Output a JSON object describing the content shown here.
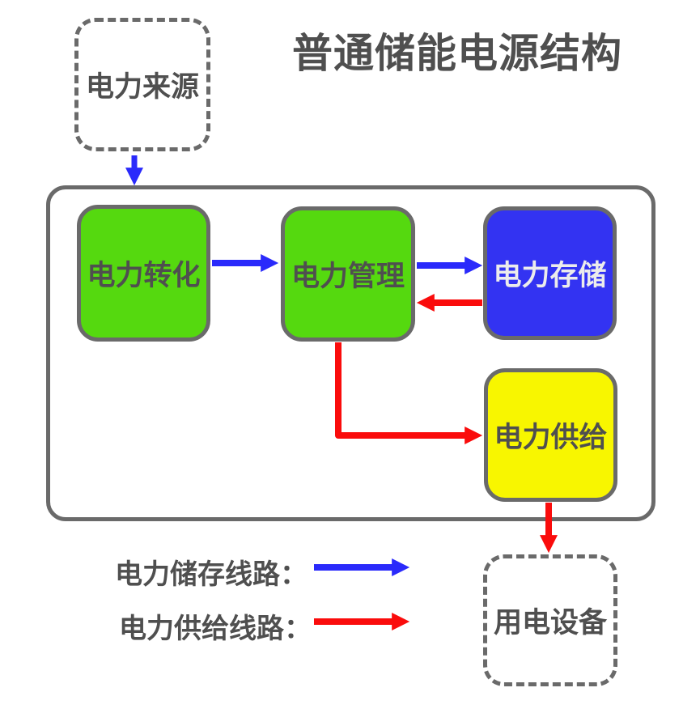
{
  "title": "普通储能电源结构",
  "colors": {
    "background": "#ffffff",
    "green_box": "#55d90f",
    "blue_box": "#3333f2",
    "yellow_box": "#f8f600",
    "line_blue": "#2a2afb",
    "line_red": "#fa0c0c",
    "outline": "#6a6a6a",
    "text_dark": "#4f4f4f",
    "text_on_blue": "#ececec"
  },
  "nodes": {
    "source": {
      "label": "电力来源"
    },
    "conversion": {
      "label": "电力转化"
    },
    "management": {
      "label": "电力管理"
    },
    "storage": {
      "label": "电力存储"
    },
    "supply": {
      "label": "电力供给"
    },
    "device": {
      "label": "用电设备"
    }
  },
  "legend": {
    "storage_line_label": "电力储存线路：",
    "supply_line_label": "电力供给线路："
  }
}
